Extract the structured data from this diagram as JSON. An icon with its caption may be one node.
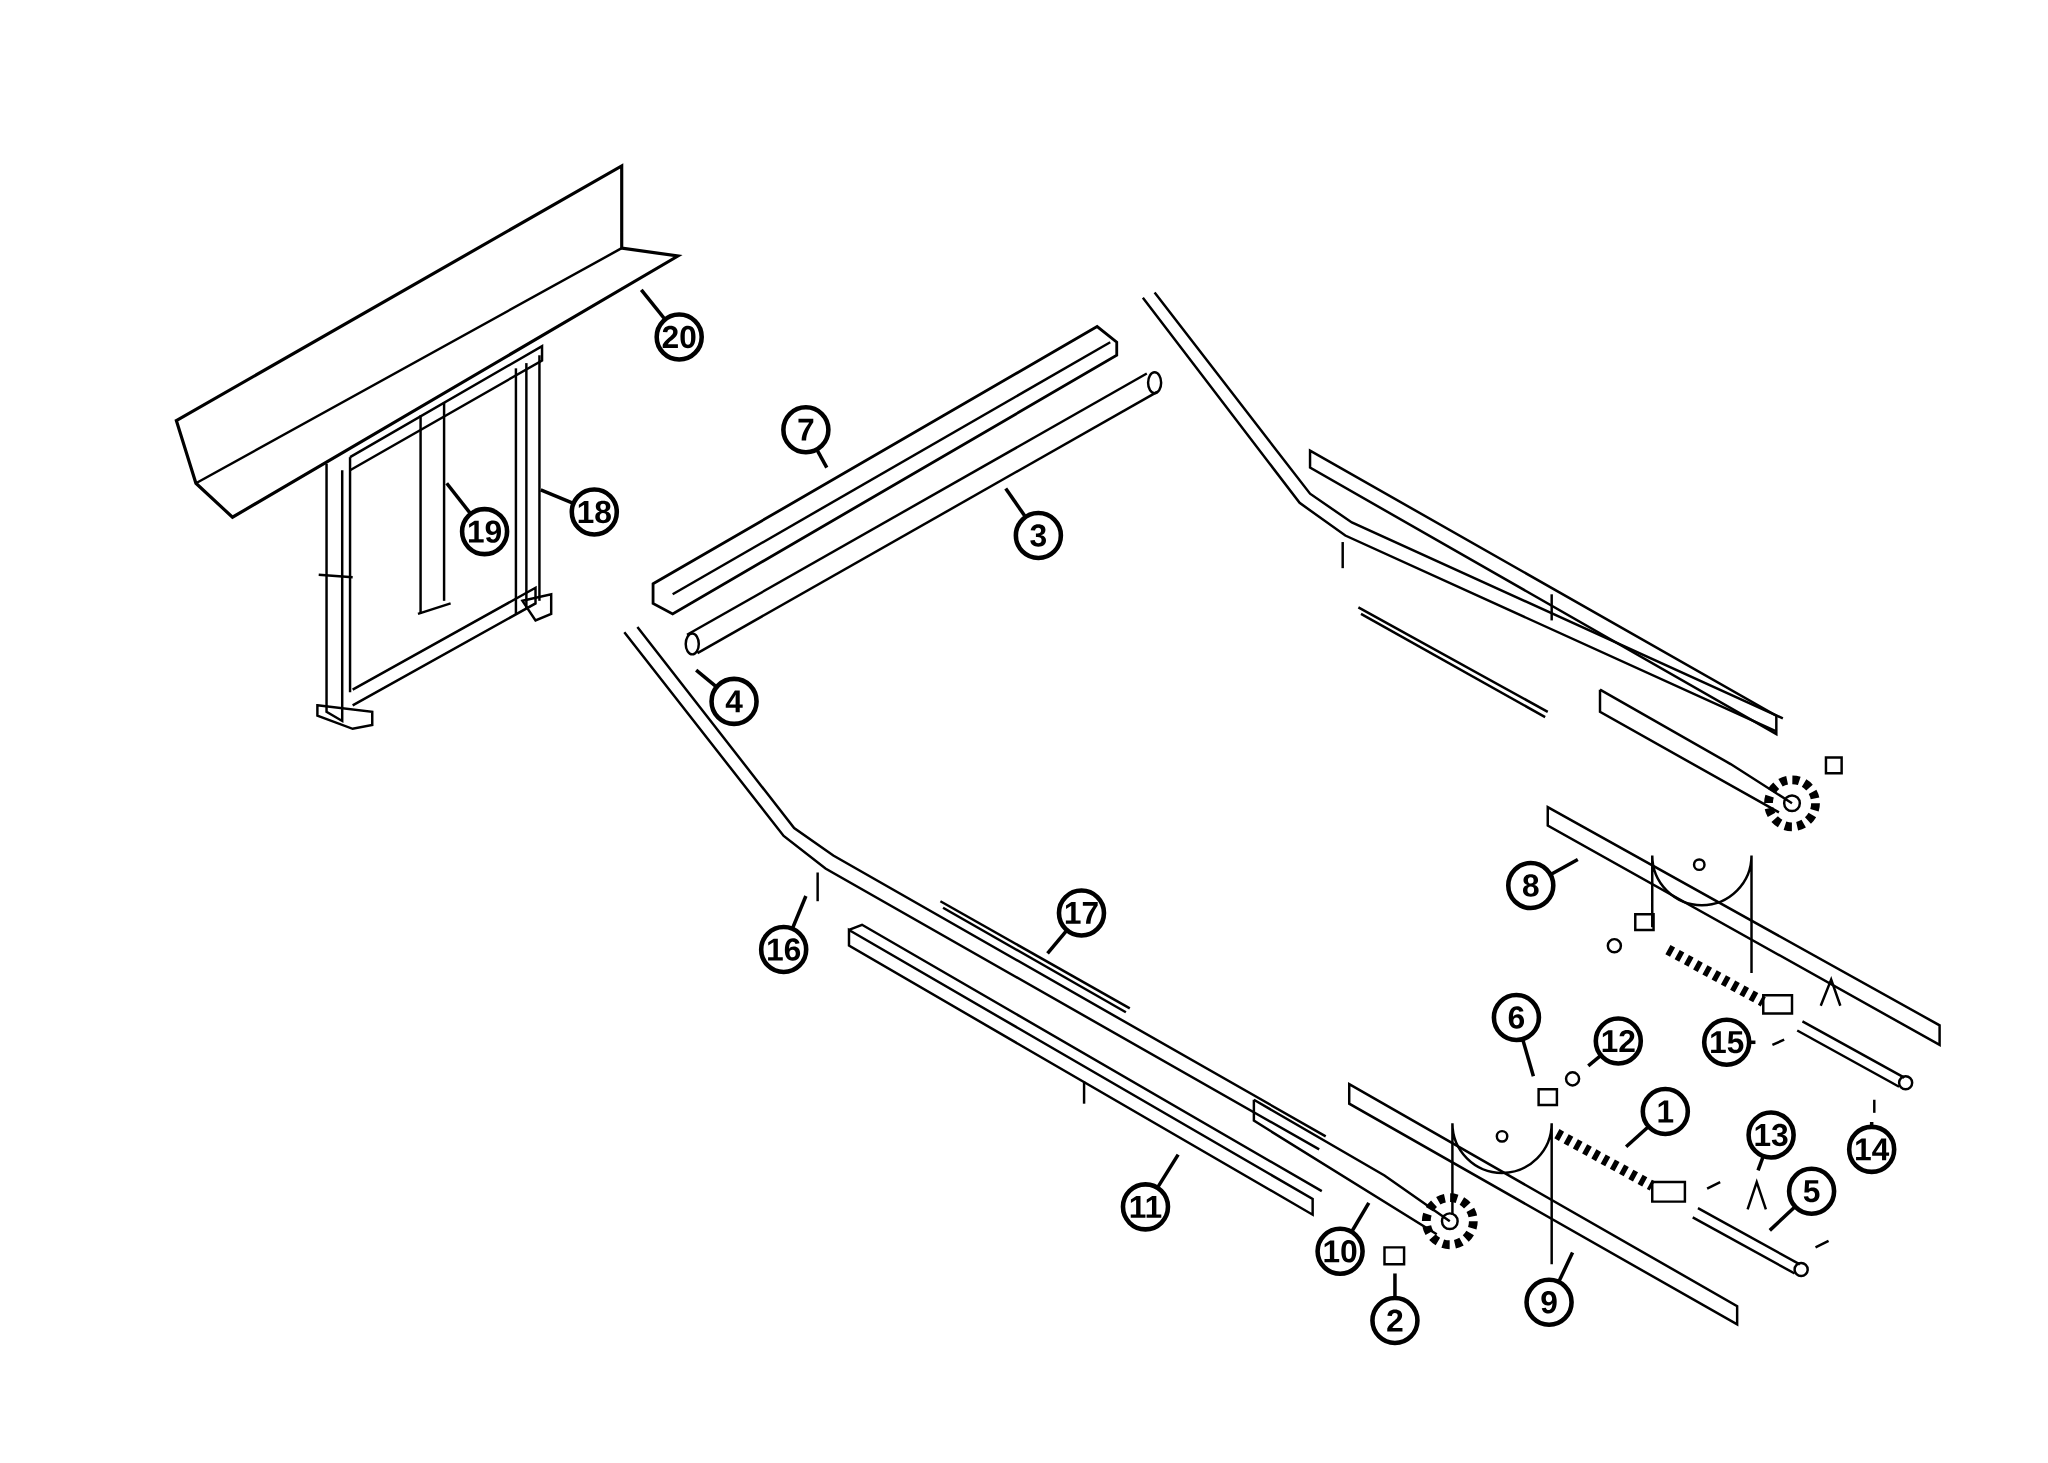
{
  "diagram": {
    "nodes": [
      {
        "text": [
          "1"
        ]
      },
      {
        "text": [
          "2"
        ]
      },
      {
        "text": [
          "3"
        ]
      },
      {
        "text": [
          "4"
        ]
      },
      {
        "text": [
          "5"
        ]
      },
      {
        "text": [
          "6"
        ]
      },
      {
        "text": [
          "7"
        ]
      },
      {
        "text": [
          "8"
        ]
      },
      {
        "text": [
          "9"
        ]
      },
      {
        "text": [
          "10"
        ]
      },
      {
        "text": [
          "11"
        ]
      },
      {
        "text": [
          "12"
        ]
      },
      {
        "text": [
          "13"
        ]
      },
      {
        "text": [
          "14"
        ]
      },
      {
        "text": [
          "15"
        ]
      },
      {
        "text": [
          "16"
        ]
      },
      {
        "text": [
          "17"
        ]
      },
      {
        "text": [
          "18"
        ]
      },
      {
        "text": [
          "19"
        ]
      },
      {
        "text": [
          "20"
        ]
      }
    ],
    "edges": [
      {
        "from": 0,
        "to": null,
        "arrow": "none"
      },
      {
        "from": 1,
        "to": null,
        "arrow": "none"
      },
      {
        "from": 2,
        "to": null,
        "arrow": "none"
      },
      {
        "from": 3,
        "to": null,
        "arrow": "none"
      },
      {
        "from": 4,
        "to": null,
        "arrow": "none"
      },
      {
        "from": 5,
        "to": null,
        "arrow": "none"
      },
      {
        "from": 6,
        "to": null,
        "arrow": "none"
      },
      {
        "from": 7,
        "to": null,
        "arrow": "none"
      },
      {
        "from": 8,
        "to": null,
        "arrow": "none"
      },
      {
        "from": 9,
        "to": null,
        "arrow": "none"
      },
      {
        "from": 10,
        "to": null,
        "arrow": "none"
      },
      {
        "from": 11,
        "to": null,
        "arrow": "none"
      },
      {
        "from": 12,
        "to": null,
        "arrow": "none"
      },
      {
        "from": 13,
        "to": null,
        "arrow": "none"
      },
      {
        "from": 14,
        "to": null,
        "arrow": "none"
      },
      {
        "from": 15,
        "to": null,
        "arrow": "none"
      },
      {
        "from": 16,
        "to": null,
        "arrow": "none"
      },
      {
        "from": 17,
        "to": null,
        "arrow": "none"
      },
      {
        "from": 18,
        "to": null,
        "arrow": "none"
      },
      {
        "from": 19,
        "to": null,
        "arrow": "none"
      }
    ]
  }
}
